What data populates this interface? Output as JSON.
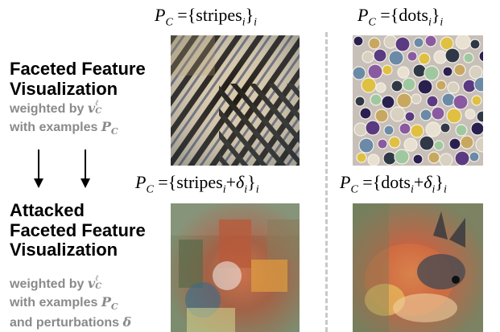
{
  "left_panel": {
    "faceted_title_line1": "Faceted Feature",
    "faceted_title_line2": "Visualization",
    "faceted_weighted": "weighted by",
    "faceted_weight_symbol": "v",
    "faceted_weight_sup": "ℓ",
    "faceted_weight_sub": "C",
    "faceted_examples": "with examples",
    "faceted_examples_symbol": "P",
    "faceted_examples_sub": "C",
    "attacked_title_line1": "Attacked",
    "attacked_title_line2": "Faceted Feature",
    "attacked_title_line3": "Visualization",
    "attacked_weighted": "weighted by",
    "attacked_weight_symbol": "v",
    "attacked_weight_sup": "ℓ",
    "attacked_weight_sub": "C",
    "attacked_examples": "with examples",
    "attacked_examples_symbol": "P",
    "attacked_examples_sub": "C",
    "attacked_perturb": "and perturbations",
    "attacked_perturb_symbol": "δ"
  },
  "columns": {
    "stripes_formula": {
      "lhs": "P",
      "lhs_sub": "C",
      "eq": " ={",
      "word": "stripes",
      "word_sub": "i",
      "close": "}",
      "close_sub": "i"
    },
    "dots_formula": {
      "lhs": "P",
      "lhs_sub": "C",
      "eq": " ={",
      "word": "dots",
      "word_sub": "i",
      "close": "}",
      "close_sub": "i"
    },
    "stripes_attacked_formula": {
      "lhs": "P",
      "lhs_sub": "C",
      "eq": " ={",
      "word": "stripes",
      "word_sub": "i",
      "plus": "+",
      "delta": "δ",
      "delta_sub": "i",
      "close": "}",
      "close_sub": "i"
    },
    "dots_attacked_formula": {
      "lhs": "P",
      "lhs_sub": "C",
      "eq": " ={",
      "word": "dots",
      "word_sub": "i",
      "plus": "+",
      "delta": "δ",
      "delta_sub": "i",
      "close": "}",
      "close_sub": "i"
    }
  },
  "images": {
    "stripes_viz": "stripes-visualization",
    "dots_viz": "dots-visualization",
    "stripes_attacked_viz": "attacked-stripes-visualization",
    "dots_attacked_viz": "attacked-dots-visualization"
  },
  "colors": {
    "gray_text": "#8a8a8a",
    "divider": "#c8c8c8"
  }
}
